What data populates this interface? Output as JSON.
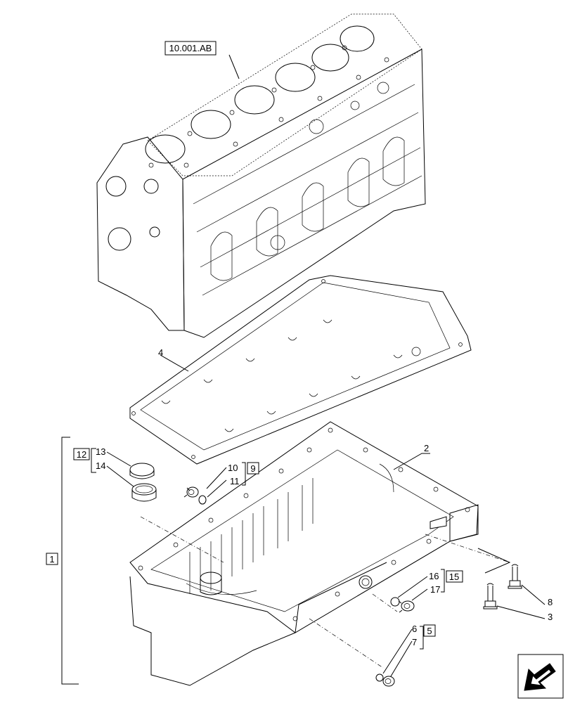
{
  "reference_label": "10.001.AB",
  "callouts": {
    "c1": "1",
    "c2": "2",
    "c3": "3",
    "c4": "4",
    "c5": "5",
    "c6": "6",
    "c7": "7",
    "c8": "8",
    "c9": "9",
    "c10": "10",
    "c11": "11",
    "c12": "12",
    "c13": "13",
    "c14": "14",
    "c15": "15",
    "c16": "16",
    "c17": "17"
  },
  "nav_icon": "arrow-return-icon"
}
